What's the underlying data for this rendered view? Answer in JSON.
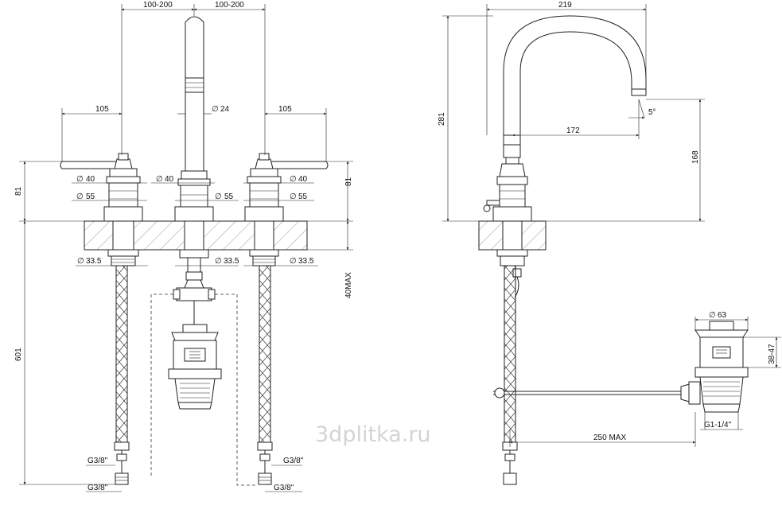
{
  "front_view": {
    "spread_left": "100-200",
    "spread_right": "100-200",
    "lever_left_length": "105",
    "lever_right_length": "105",
    "spout_diameter": "24",
    "handle_left_top_dia": "40",
    "handle_left_base_dia": "55",
    "spout_top_dia": "40",
    "spout_base_dia": "55",
    "handle_right_top_dia": "40",
    "handle_right_base_dia": "55",
    "left_body_height": "81",
    "right_body_height": "81",
    "deck_thickness": "40MAX",
    "shank_left_dia": "33.5",
    "shank_spout_dia": "33.5",
    "shank_right_dia": "33.5",
    "hose_length": "601",
    "conn_left_upper": "G3/8\"",
    "conn_left_lower": "G3/8\"",
    "conn_right_upper": "G3/8\"",
    "conn_right_lower": "G3/8\""
  },
  "side_view": {
    "reach": "219",
    "total_height": "281",
    "spout_inner_reach": "172",
    "spout_outlet_height": "168",
    "spout_angle": "5°",
    "drain_cap_dia": "63",
    "drain_adjust": "38-47",
    "drain_thread": "G1-1/4\"",
    "rod_length": "250 MAX"
  },
  "symbols": {
    "diameter": "∅"
  },
  "watermark": "3dplitka.ru"
}
